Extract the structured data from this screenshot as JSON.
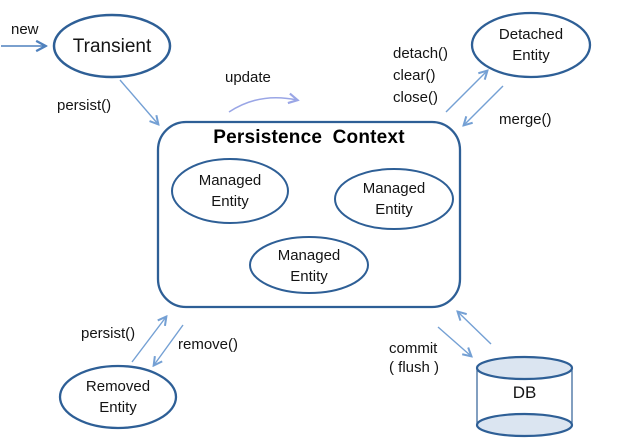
{
  "diagram": {
    "title": "Persistence Context",
    "nodes": {
      "transient": {
        "label": "Transient"
      },
      "managed_1": {
        "line1": "Managed",
        "line2": "Entity"
      },
      "managed_2": {
        "line1": "Managed",
        "line2": "Entity"
      },
      "managed_3": {
        "line1": "Managed",
        "line2": "Entity"
      },
      "detached": {
        "line1": "Detached",
        "line2": "Entity"
      },
      "removed": {
        "line1": "Removed",
        "line2": "Entity"
      },
      "db": {
        "label": "DB"
      }
    },
    "labels": {
      "new": "new",
      "persist_top": "persist()",
      "update": "update",
      "detach": "detach()",
      "clear": "clear()",
      "close": "close()",
      "merge": "merge()",
      "persist_bottom": "persist()",
      "remove": "remove()",
      "commit": "commit",
      "flush": "( flush )"
    },
    "colors": {
      "shape_stroke": "#2e5f96",
      "arrow": "#74a0d4",
      "new_arrow": "#4f81bd",
      "update_arrow": "#9aa6e6",
      "db_fill": "#dbe5f1",
      "text": "#141414"
    }
  }
}
